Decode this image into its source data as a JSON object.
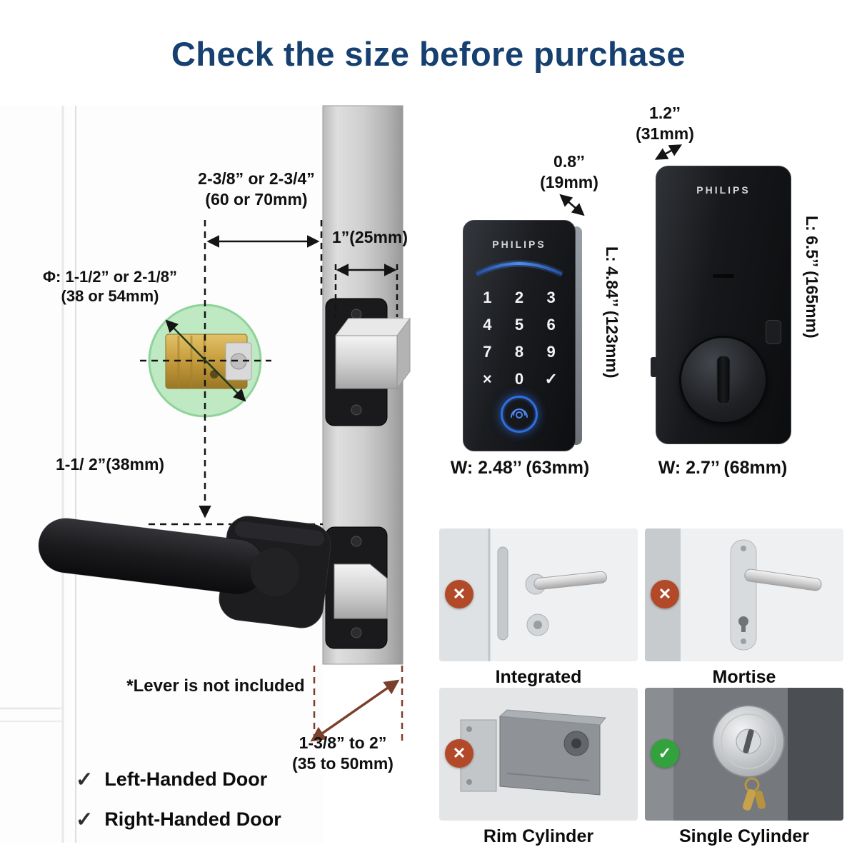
{
  "title": "Check the size before purchase",
  "door": {
    "backset_line1": "2-3/8” or 2-3/4”",
    "backset_line2": "(60 or 70mm)",
    "latch_width": "1”(25mm)",
    "bore_line1": "Φ: 1-1/2” or 2-1/8”",
    "bore_line2": "(38 or 54mm)",
    "cross_bore": "1-1/ 2”(38mm)",
    "lever_note": "*Lever is not included",
    "thickness_line1": "1-3/8” to 2”",
    "thickness_line2": "(35 to 50mm)",
    "handed": [
      {
        "label": "Left-Handed Door"
      },
      {
        "label": "Right-Handed Door"
      }
    ]
  },
  "keypad": {
    "brand": "PHILIPS",
    "depth_line1": "0.8’’",
    "depth_line2": "(19mm)",
    "length": "L: 4.84’’ (123mm)",
    "width": "W: 2.48’’ (63mm)",
    "keys": [
      "1",
      "2",
      "3",
      "4",
      "5",
      "6",
      "7",
      "8",
      "9",
      "×",
      "0",
      "✓"
    ]
  },
  "interior": {
    "brand": "PHILIPS",
    "depth_line1": "1.2’’",
    "depth_line2": "(31mm)",
    "length": "L: 6.5’’ (165mm)",
    "width": "W: 2.7’’ (68mm)"
  },
  "compatibility": [
    {
      "label": "Integrated",
      "ok": false
    },
    {
      "label": "Mortise",
      "ok": false
    },
    {
      "label": "Rim Cylinder",
      "ok": false
    },
    {
      "label": "Single Cylinder",
      "ok": true
    }
  ],
  "icons": {
    "cross": "✕",
    "check": "✓"
  },
  "colors": {
    "title": "#16406f",
    "cross_red": "#b24a2a",
    "check_green": "#33a23c",
    "accent_blue": "#2f6fe0"
  }
}
